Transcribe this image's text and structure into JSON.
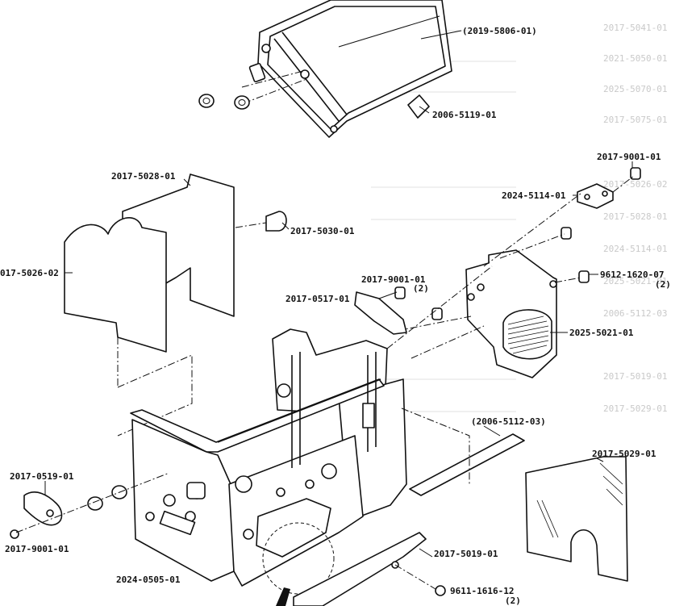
{
  "parts": {
    "p2019_5806_01": "(2019-5806-01)",
    "p2006_5119_01": "2006-5119-01",
    "p2017_9001_01_top": "2017-9001-01",
    "p2024_5114_01": "2024-5114-01",
    "p2017_5028_01": "2017-5028-01",
    "p2017_5030_01": "2017-5030-01",
    "p2017_5026_02": "017-5026-02",
    "p2017_9001_01_mid": "2017-9001-01",
    "p2017_9001_01_mid_qty": "(2)",
    "p2017_0517_01": "2017-0517-01",
    "p9612_1620_07": "9612-1620-07",
    "p9612_1620_07_qty": "(2)",
    "p2025_5021_01": "2025-5021-01",
    "p2006_5112_03": "(2006-5112-03)",
    "p2017_5029_01": "2017-5029-01",
    "p2017_0519_01": "2017-0519-01",
    "p2017_9001_01_left": "2017-9001-01",
    "p2024_0505_01": "2024-0505-01",
    "p2017_5019_01": "2017-5019-01",
    "p9611_1616_12": "9611-1616-12",
    "p9611_1616_12_qty": "(2)"
  },
  "background_ghost_text": [
    "2017-5041-01",
    "2021-5050-01",
    "2025-5070-01",
    "2017-5075-01",
    "2017-5026-02",
    "2017-5028-01",
    "2024-5114-01",
    "2025-5021-01",
    "2006-5112-03",
    "2017-5019-01",
    "2017-5029-01"
  ]
}
